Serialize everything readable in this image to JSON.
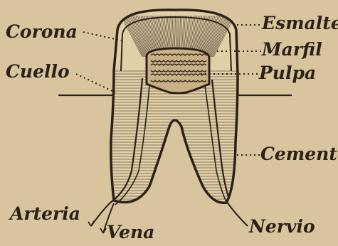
{
  "diagram": {
    "labels": {
      "corona": "Corona",
      "cuello": "Cuello",
      "esmalte": "Esmalte",
      "marfil": "Marfil",
      "pulpa": "Pulpa",
      "cemento": "Cemento",
      "arteria": "Arteria",
      "vena": "Vena",
      "nervio": "Nervio"
    },
    "colors": {
      "background": "#d8c49d",
      "ink": "#2a2218"
    }
  }
}
